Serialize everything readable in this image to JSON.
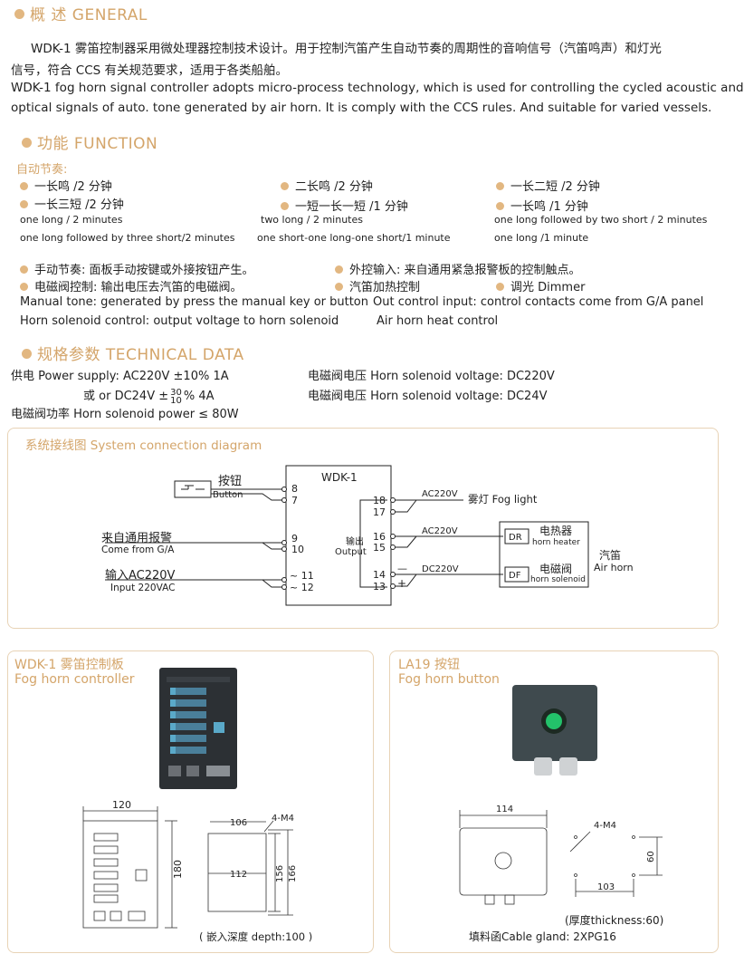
{
  "general": {
    "title": "概 述  GENERAL",
    "cn_line1": "WDK-1  雾笛控制器采用微处理器控制技术设计。用于控制汽笛产生自动节奏的周期性的音响信号（汽笛鸣声）和灯光",
    "cn_line2": "信号，符合  CCS  有关规范要求，适用于各类船舶。",
    "en_line1": "WDK-1 fog horn signal controller adopts micro-process technology,  which is used for controlling the cycled acoustic and",
    "en_line2": "optical signals of auto. tone generated by air horn. It is comply with the CCS rules. And suitable for varied vessels."
  },
  "function": {
    "title": "功能   FUNCTION",
    "auto_label": "自动节奏:",
    "col1": [
      "一长鸣 /2 分钟",
      "一长三短 /2 分钟",
      "one long / 2 minutes",
      "one long followed by three short/2 minutes"
    ],
    "col2": [
      "二长鸣 /2 分钟",
      "一短一长一短 /1 分钟",
      "two long / 2 minutes",
      "one short-one long-one short/1 minute"
    ],
    "col3": [
      "一长二短 /2 分钟",
      "一长鸣 /1 分钟",
      "one long followed by two short / 2 minutes",
      "one long /1 minute"
    ],
    "manual_cn": "手动节奏:  面板手动按键或外接按钮产生。",
    "solenoid_cn": "电磁阀控制:  输出电压去汽笛的电磁阀。",
    "ext_cn": "外控输入:  来自通用紧急报警板的控制触点。",
    "heat_cn": "汽笛加热控制",
    "dimmer": "调光  Dimmer",
    "manual_en": "Manual tone: generated by press the manual key or button",
    "solenoid_en": "Horn solenoid control: output voltage to horn solenoid",
    "ext_en": "Out control input: control contacts come from G/A panel",
    "heat_en": "Air horn heat control"
  },
  "tech": {
    "title": "规格参数  TECHNICAL DATA",
    "ps1": "供电 Power supply: AC220V  ±10%   1A",
    "ps2_a": "或  or  DC24V  ±",
    "ps2_up": "30",
    "ps2_down": "10",
    "ps2_b": "%   4A",
    "power": "电磁阀功率  Horn  solenoid  power  ≤  80W",
    "v1": "电磁阀电压  Horn solenoid voltage: DC220V",
    "v2": "电磁阀电压  Horn solenoid voltage: DC24V"
  },
  "diagram": {
    "title": "系统接线图  System  connection diagram",
    "module": "WDK-1",
    "button_cn": "按钮",
    "button_en": "Button",
    "ga_cn": "来自通用报警",
    "ga_en": "Come from G/A",
    "in_cn": "输入AC220V",
    "in_en": "Input 220VAC",
    "out_cn": "输出",
    "out_en": "Output",
    "t8": "8",
    "t7": "7",
    "t9": "9",
    "t10": "10",
    "t11": "~ 11",
    "t12": "~ 12",
    "t18": "18",
    "t17": "17",
    "t16": "16",
    "t15": "15",
    "t14": "14",
    "t13": "13",
    "ac1": "AC220V",
    "ac2": "AC220V",
    "dc": "DC220V",
    "minus": "—",
    "plus": "+",
    "foglight": "雾灯 Fog light",
    "dr": "DR",
    "df": "DF",
    "heater_cn": "电热器",
    "heater_en": "horn heater",
    "sol_cn": "电磁阀",
    "sol_en": "horn solenoid",
    "horn_cn": "汽笛",
    "horn_en": "Air horn"
  },
  "controller": {
    "title1": "WDK-1  雾笛控制板",
    "title2": "Fog horn controller",
    "d120": "120",
    "d180": "180",
    "d106": "106",
    "m4": "4-M4",
    "d112": "112",
    "d156": "156",
    "d166": "166",
    "depth": "( 嵌入深度  depth:100  )"
  },
  "button_box": {
    "title1": "LA19  按钮",
    "title2": "Fog  horn  button",
    "d114": "114",
    "m4": "4-M4",
    "d60": "60",
    "d103": "103",
    "thickness": "(厚度thickness:60)",
    "gland": "填料函Cable gland: 2XPG16"
  },
  "colors": {
    "accent": "#d4a56a",
    "dot": "#e2b781",
    "border": "#e8d3b6"
  }
}
